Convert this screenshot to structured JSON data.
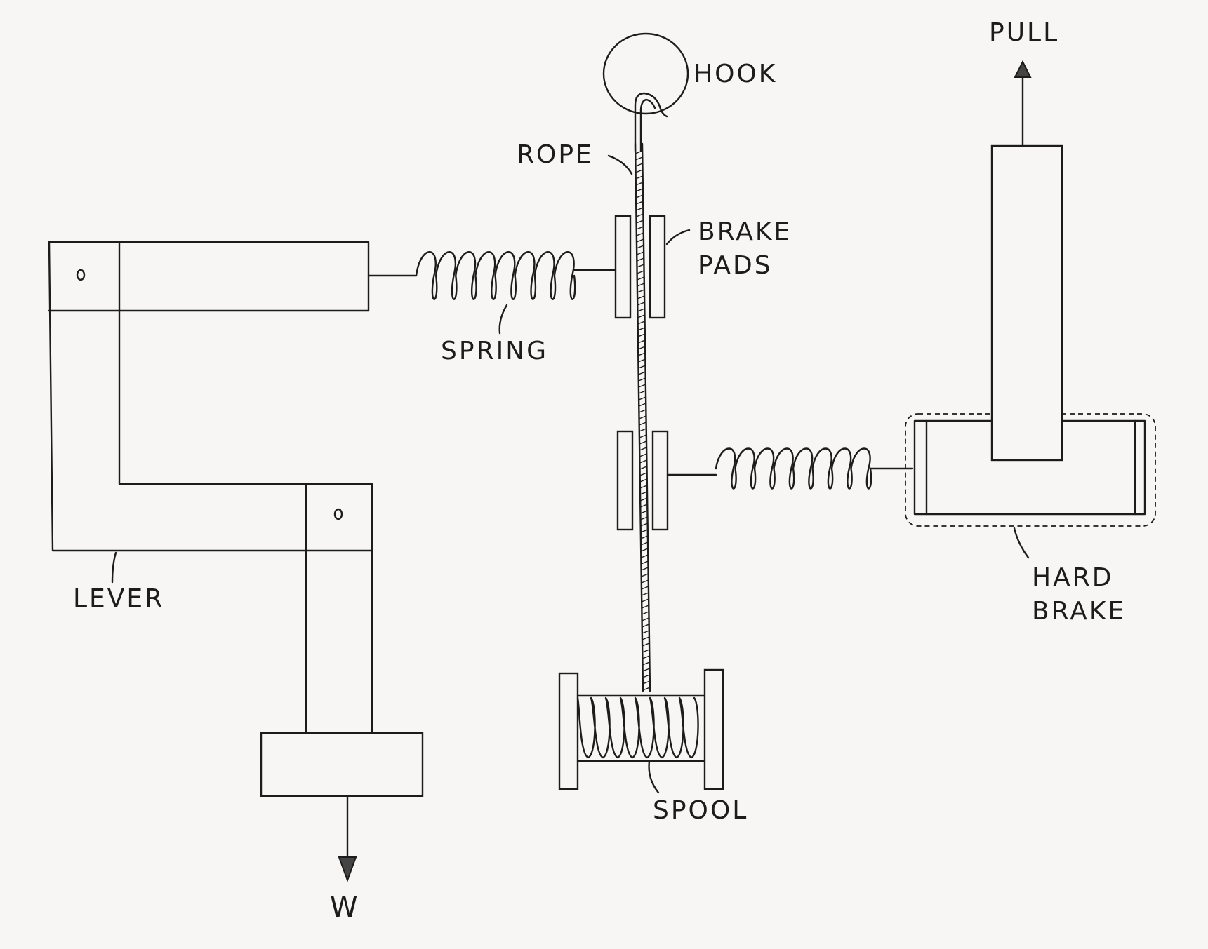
{
  "labels": {
    "hook": "HOOK",
    "pull": "PULL",
    "rope": "ROPE",
    "brake_pads_line1": "BRAKE",
    "brake_pads_line2": "PADS",
    "spring": "SPRING",
    "lever": "LEVER",
    "weight": "W",
    "spool": "SPOOL",
    "hard_brake_line1": "HARD",
    "hard_brake_line2": "BRAKE"
  },
  "colors": {
    "ink": "#1c1c1c",
    "paper": "#f7f6f4"
  }
}
